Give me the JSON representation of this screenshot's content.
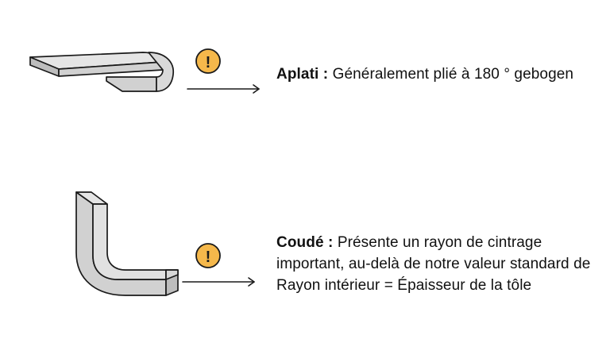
{
  "icons": {
    "warning": "exclamation-circle-icon",
    "warning_color": "#F5B84B",
    "warning_symbol": "!"
  },
  "colors": {
    "metal_light": "#E5E5E5",
    "metal_mid": "#D1D1D1",
    "metal_dark": "#BDBDBD",
    "outline": "#1A1A1A"
  },
  "items": [
    {
      "term": "Aplati :",
      "description": "Généralement plié à 180 ° gebogen"
    },
    {
      "term": "Coudé :",
      "description": "Présente un rayon de cintrage important, au-delà de notre valeur standard de Rayon intérieur = Épaisseur de la tôle"
    }
  ]
}
